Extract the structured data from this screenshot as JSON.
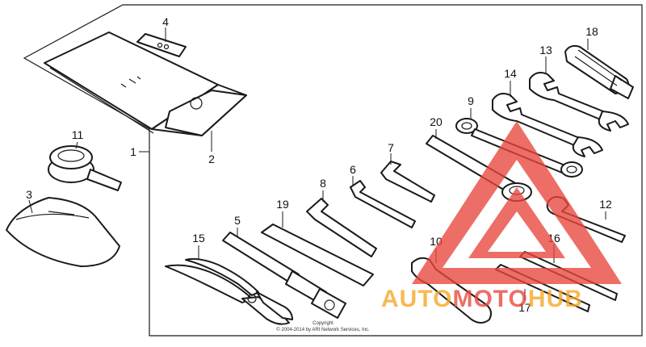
{
  "diagram": {
    "callouts": [
      {
        "id": "1",
        "label": "1"
      },
      {
        "id": "2",
        "label": "2"
      },
      {
        "id": "3",
        "label": "3"
      },
      {
        "id": "4",
        "label": "4"
      },
      {
        "id": "5",
        "label": "5"
      },
      {
        "id": "6",
        "label": "6"
      },
      {
        "id": "7",
        "label": "7"
      },
      {
        "id": "8",
        "label": "8"
      },
      {
        "id": "9",
        "label": "9"
      },
      {
        "id": "10",
        "label": "10"
      },
      {
        "id": "11",
        "label": "11"
      },
      {
        "id": "12",
        "label": "12"
      },
      {
        "id": "13",
        "label": "13"
      },
      {
        "id": "14",
        "label": "14"
      },
      {
        "id": "15",
        "label": "15"
      },
      {
        "id": "16",
        "label": "16"
      },
      {
        "id": "17",
        "label": "17"
      },
      {
        "id": "18",
        "label": "18"
      },
      {
        "id": "19",
        "label": "19"
      },
      {
        "id": "20",
        "label": "20"
      }
    ],
    "copyright": {
      "line1": "Copyright",
      "line2": "© 2004-2014 by ARI Network Services, Inc."
    }
  },
  "watermark": {
    "brand_part1": "AUTO",
    "brand_part2": "MOTO",
    "brand_part3": "HUB",
    "color_red": "#e8463c",
    "color_orange": "#f5a623"
  }
}
